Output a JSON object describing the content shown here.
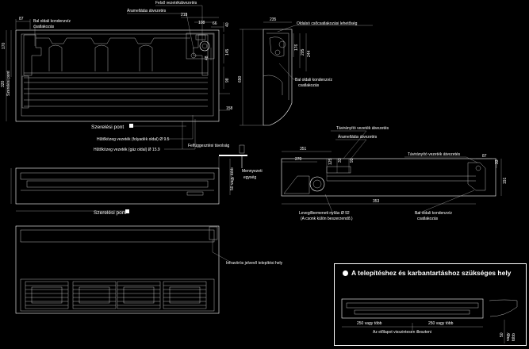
{
  "labels": {
    "felso_vezetek": "Felső vezetékátvezetés",
    "aramellatas_top": "Áramellátás átvezetés",
    "bal_oldali_top_1": "Bal oldali kondenzvíz",
    "bal_oldali_top_2": "csatlakozás",
    "oldalso_csoport": "Oldalsó csőcsatlakozási lehetőség",
    "bal_oldali_side_1": "Bal oldali kondenzvíz",
    "bal_oldali_side_2": "csatlakozás",
    "szerelesi_pont_1": "Szerelési pont",
    "szerelesi_pont_2": "Szerelési pont",
    "szerelesi_pont_vert": "Szerelési pont",
    "hutokozeg_folyadek": "Hűtőközeg vezeték (folyadék oldal) Ø 9.5",
    "hutokozeg_gaz": "Hűtőközeg vezeték (gáz oldal) Ø 15.9",
    "felfuggesztesi": "Felfüggesztési távolság",
    "mennyezeti_1": "Mennyezeti",
    "mennyezeti_2": "egység",
    "mennyezeti_vert": "50 vagy több",
    "taviranyito_1": "Távirányító vezeték átvezetés",
    "aramellatas_mid": "Áramellátás átvezetés",
    "taviranyito_2": "Távirányító vezeték átvezetés",
    "levego_1": "Levegőbemeneti nyílás Ø 92",
    "levego_2": "(A csonk külön beszerzendő.)",
    "bal_oldali_mid_1": "Bal oldali kondenzvíz",
    "bal_oldali_mid_2": "csatlakozás",
    "infravoros": "Infravörös jelvevő telepítési hely",
    "panel_title": "A telepítéshez és karbantartáshoz szükséges hely",
    "panel_left": "250 vagy több",
    "panel_right": "250 vagy több",
    "panel_bottom": "Az előlapot visszintesen illeszteni",
    "panel_vert_1": "50",
    "panel_vert_2": "vagy",
    "panel_vert_3": "több"
  },
  "dimensions": {
    "d87": "87",
    "d218": "218",
    "d66": "66",
    "d40": "40",
    "d108": "108",
    "d48": "48",
    "d145": "145",
    "d170": "170",
    "d320": "320",
    "d98": "98",
    "d158": "158",
    "d235": "235",
    "d176": "176",
    "d205": "205",
    "d244": "244",
    "d690": "690",
    "d351": "351",
    "d270": "270",
    "d33": "33",
    "d92": "92",
    "d125": "125",
    "d353": "353",
    "d87b": "87",
    "d33b": "33",
    "d191": "191"
  }
}
